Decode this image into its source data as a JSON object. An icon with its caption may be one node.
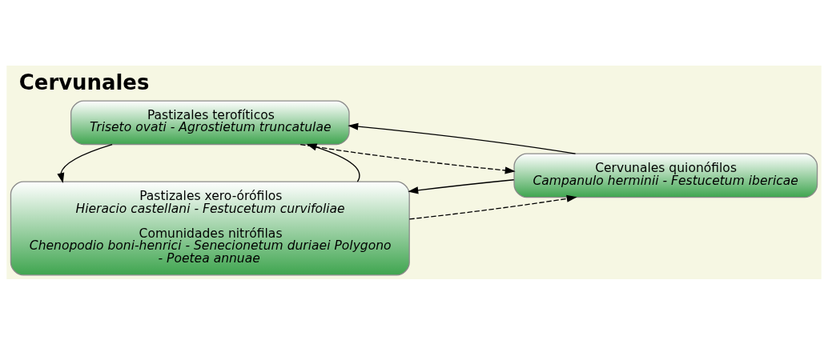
{
  "diagram": {
    "title": "Cervunales",
    "nodes": [
      {
        "text": [
          "Pastizales xero-órófilos",
          "Hieracio castellani - Festucetum curvifoliae",
          "Comunidades nitrófilas",
          "Chenopodio boni-henrici - Senecionetum duriaei Polygono - Poetea annuae"
        ]
      },
      {
        "text": [
          "Cervunales quionófilos",
          "Campanulo herminii - Festucetum ibericae"
        ]
      },
      {
        "text": [
          "Pastizales terofíticos",
          "Triseto ovati - Agrostietum truncatulae"
        ]
      }
    ],
    "edges": [
      {
        "from": 1,
        "to": 0,
        "arrow": "to"
      },
      {
        "from": 0,
        "to": 1,
        "arrow": "to",
        "style": "dashed"
      },
      {
        "from": 0,
        "to": 2,
        "arrow": "to"
      },
      {
        "from": 2,
        "to": 0,
        "arrow": "to"
      },
      {
        "from": 2,
        "to": 1,
        "arrow": "to",
        "style": "dashed"
      },
      {
        "from": 1,
        "to": 2,
        "arrow": "to"
      }
    ]
  }
}
